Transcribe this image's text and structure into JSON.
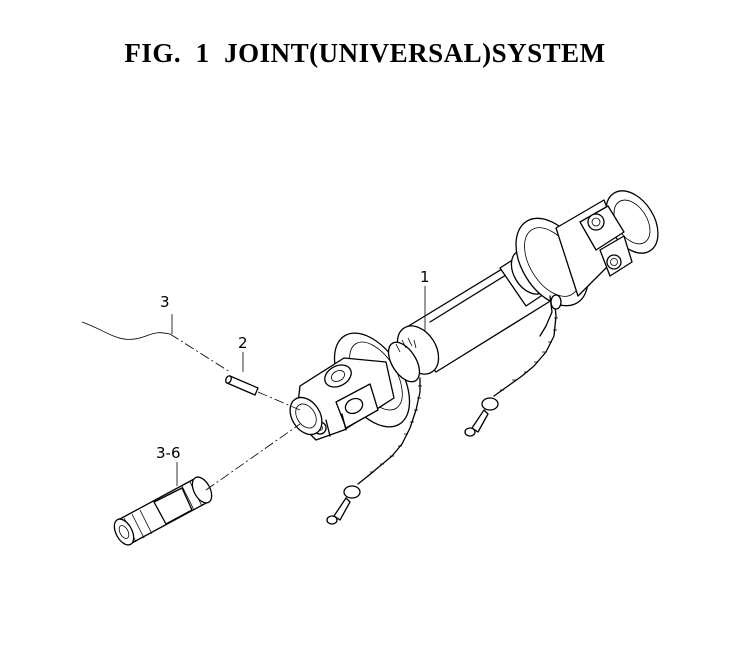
{
  "title": "FIG.  1  JOINT(UNIVERSAL)SYSTEM",
  "callouts": {
    "part_1": "1",
    "part_2": "2",
    "part_3": "3",
    "part_3_6": "3-6"
  }
}
